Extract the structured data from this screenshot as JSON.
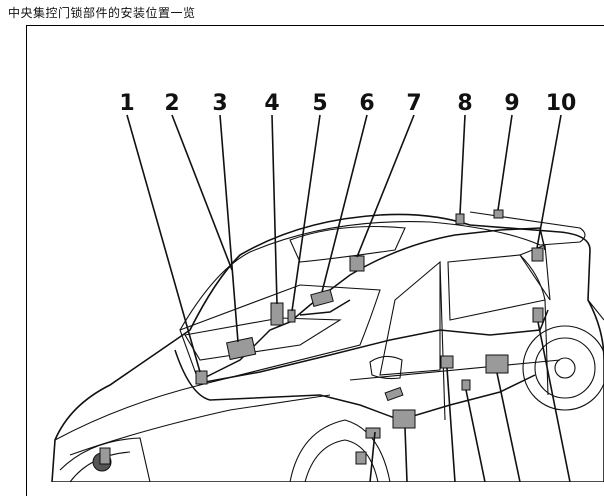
{
  "title": "中央集控门锁部件的安装位置一览",
  "callouts": [
    "1",
    "2",
    "3",
    "4",
    "5",
    "6",
    "7",
    "8",
    "9",
    "10"
  ]
}
